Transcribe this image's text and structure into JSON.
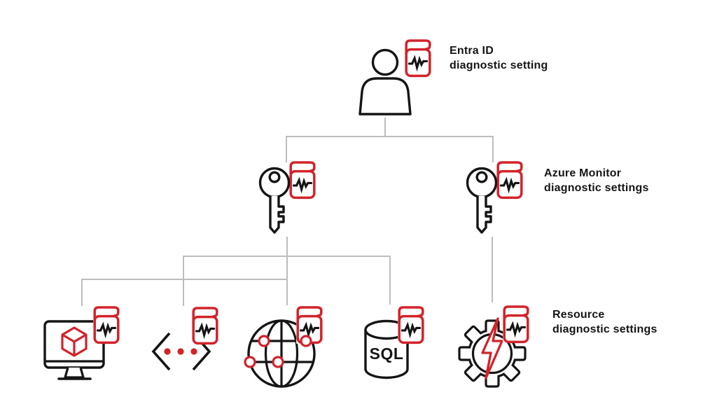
{
  "diagram": {
    "title_implicit": "Azure diagnostic settings hierarchy",
    "labels": {
      "entra": {
        "line1": "Entra ID",
        "line2": "diagnostic setting"
      },
      "azure_monitor": {
        "line1": "Azure Monitor",
        "line2": "diagnostic settings"
      },
      "resource": {
        "line1": "Resource",
        "line2": "diagnostic settings"
      }
    },
    "icons": {
      "sql_label": "SQL",
      "names": [
        "user-icon",
        "diagnostic-log-icon",
        "key-icon",
        "key-icon",
        "virtual-machine-icon",
        "code-brackets-icon",
        "network-globe-icon",
        "sql-database-icon",
        "gear-lightning-icon"
      ]
    },
    "colors": {
      "accent_red": "#D2232A",
      "icon_black": "#151515",
      "connector_gray": "#BDBDBD",
      "background": "#FFFFFF"
    }
  }
}
